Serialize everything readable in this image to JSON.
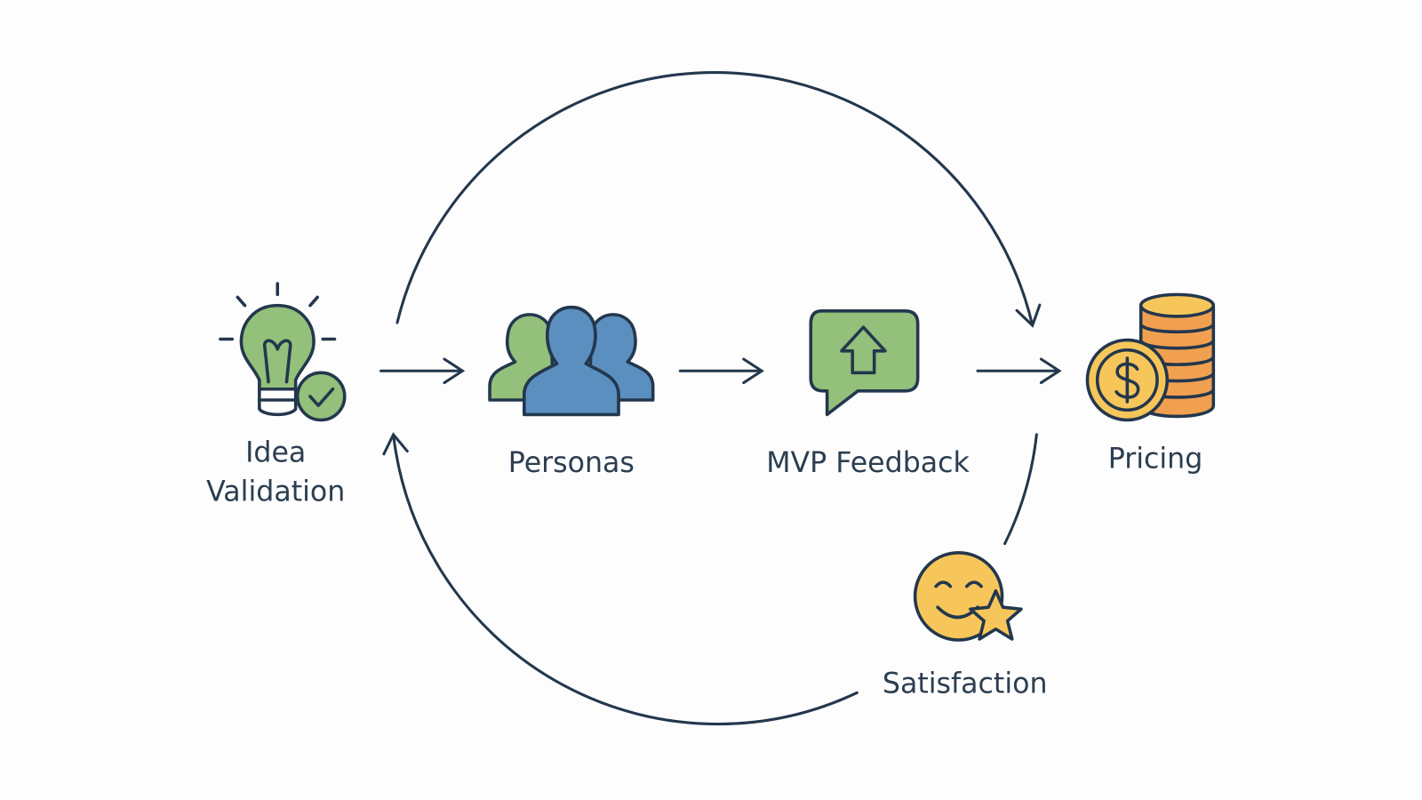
{
  "nodes": [
    {
      "label_lines": [
        "Idea",
        "Validation"
      ],
      "icon": "lightbulb-check-icon"
    },
    {
      "label": "Personas",
      "icon": "users-group-icon"
    },
    {
      "label": "MVP Feedback",
      "icon": "chat-upload-icon"
    },
    {
      "label": "Pricing",
      "icon": "dollar-coins-icon"
    },
    {
      "label": "Satisfaction",
      "icon": "smiley-star-icon"
    }
  ],
  "colors": {
    "line": "#23374d",
    "green": "#93c07a",
    "blue": "#5b8fc0",
    "gold": "#f7c65a",
    "orange": "#f1a04f"
  }
}
